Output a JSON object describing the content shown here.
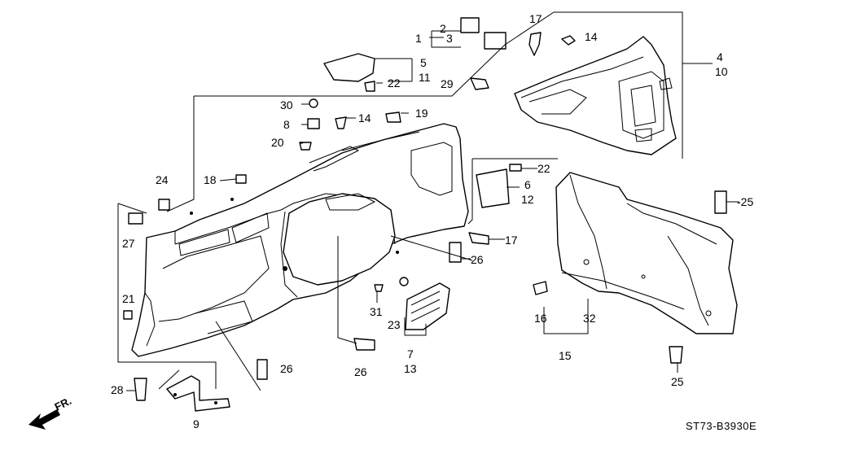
{
  "diagram": {
    "labels": {
      "p1": "1",
      "p2": "2",
      "p3": "3",
      "p4": "4",
      "p5": "5",
      "p6": "6",
      "p7": "7",
      "p8": "8",
      "p9": "9",
      "p10": "10",
      "p11": "11",
      "p12": "12",
      "p13": "13",
      "p14a": "14",
      "p14b": "14",
      "p15": "15",
      "p16": "16",
      "p17a": "17",
      "p17b": "17",
      "p18": "18",
      "p19": "19",
      "p20": "20",
      "p21": "21",
      "p22a": "22",
      "p22b": "22",
      "p23": "23",
      "p24": "24",
      "p25a": "-25",
      "p25b": "25",
      "p26a": "26",
      "p26b": "26",
      "p26c": "26",
      "p27": "27",
      "p28": "28",
      "p29": "29",
      "p30": "30",
      "p31": "31",
      "p32": "32"
    },
    "diagram_code": "ST73-B3930E",
    "direction_label": "FR."
  }
}
